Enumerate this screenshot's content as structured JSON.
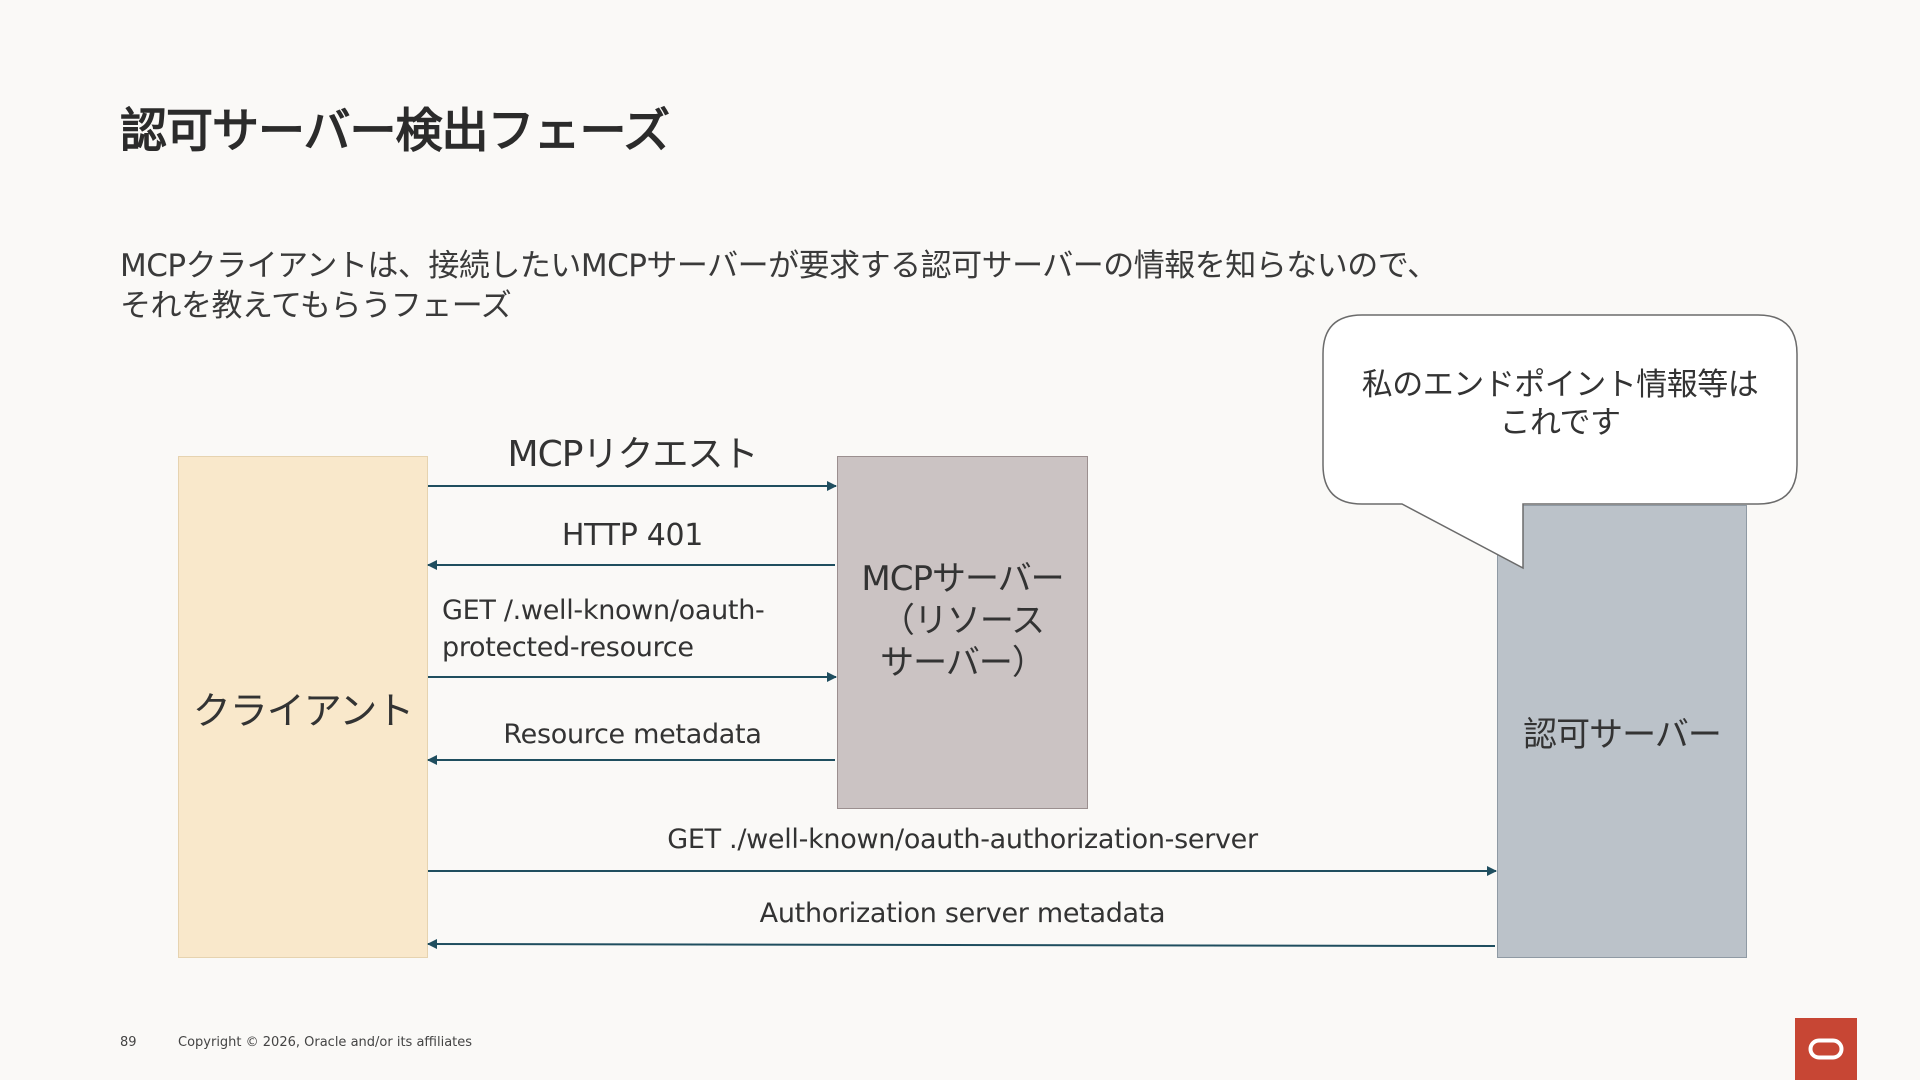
{
  "slide": {
    "title": "認可サーバー検出フェーズ",
    "description_lines": [
      "MCPクライアントは、接続したいMCPサーバーが要求する認可サーバーの情報を知らないので、",
      "それを教えてもらうフェーズ"
    ]
  },
  "diagram": {
    "client_label": "クライアント",
    "mcp_server_lines": [
      "MCPサーバー",
      "（リソース",
      "サーバー）"
    ],
    "auth_server_label": "認可サーバー",
    "callout_lines": [
      "私のエンドポイント情報等は",
      "これです"
    ],
    "messages": {
      "mcp_request": "MCPリクエスト",
      "http_401": "HTTP 401",
      "get_protected_resource": [
        "GET /.well-known/oauth-",
        "protected-resource"
      ],
      "resource_metadata": "Resource metadata",
      "get_authorization_server": "GET ./well-known/oauth-authorization-server",
      "authorization_server_metadata": "Authorization server metadata"
    },
    "colors": {
      "client": "#f9e8cb",
      "mcp_server": "#cbc3c3",
      "auth_server": "#bbc2c9",
      "arrow": "#1f4e5f"
    }
  },
  "footer": {
    "page_number": "89",
    "copyright": "Copyright © 2026, Oracle and/or its affiliates",
    "logo_color": "#c74634"
  }
}
